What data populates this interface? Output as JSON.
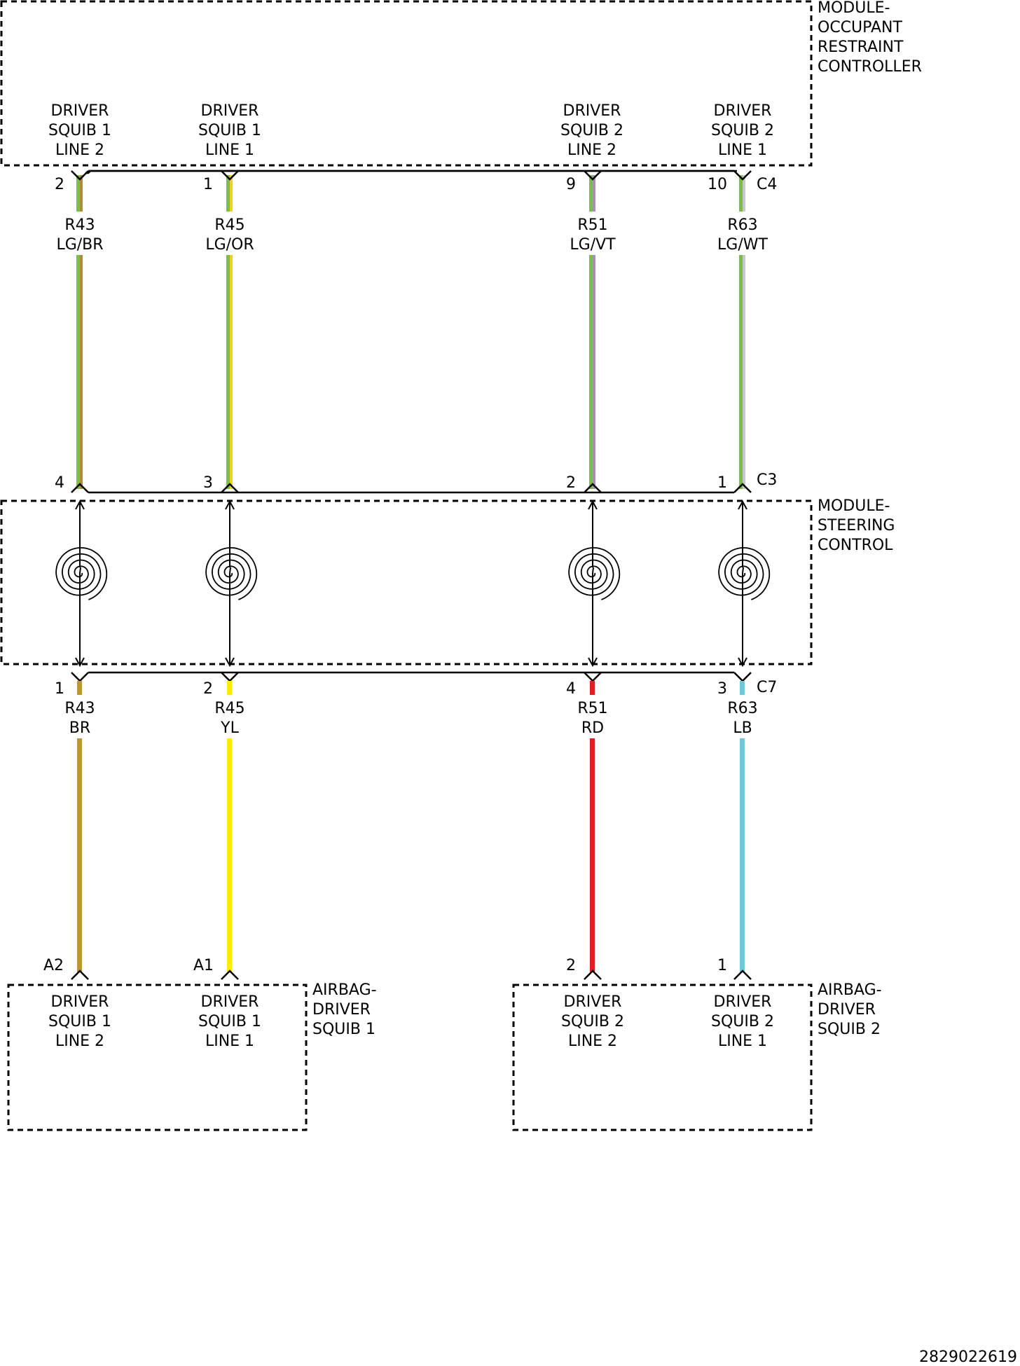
{
  "modules": {
    "orc": {
      "name": [
        "MODULE-",
        "OCCUPANT",
        "RESTRAINT",
        "CONTROLLER"
      ],
      "connector": "C4"
    },
    "scm": {
      "name": [
        "MODULE-",
        "STEERING",
        "CONTROL"
      ],
      "connector_top": "C3",
      "connector_bottom": "C7"
    },
    "airbag1": {
      "name": [
        "AIRBAG-",
        "DRIVER",
        "SQUIB 1"
      ]
    },
    "airbag2": {
      "name": [
        "AIRBAG-",
        "DRIVER",
        "SQUIB 2"
      ]
    }
  },
  "circuits": [
    {
      "orc_label": [
        "DRIVER",
        "SQUIB 1",
        "LINE 2"
      ],
      "c4_pin": "2",
      "upper_circuit": "R43",
      "upper_color": "LG/BR",
      "upper_stripes": [
        "#7dbf45",
        "#b08a3c"
      ],
      "c3_pin": "4",
      "c7_pin": "1",
      "lower_circuit": "R43",
      "lower_color": "BR",
      "lower_hex": "#c0953a",
      "end_pin": "A2",
      "end_label": [
        "DRIVER",
        "SQUIB 1",
        "LINE 2"
      ]
    },
    {
      "orc_label": [
        "DRIVER",
        "SQUIB 1",
        "LINE 1"
      ],
      "c4_pin": "1",
      "upper_circuit": "R45",
      "upper_color": "LG/OR",
      "upper_stripes": [
        "#7dbf45",
        "#f2d21b"
      ],
      "c3_pin": "3",
      "c7_pin": "2",
      "lower_circuit": "R45",
      "lower_color": "YL",
      "lower_hex": "#ffee00",
      "end_pin": "A1",
      "end_label": [
        "DRIVER",
        "SQUIB 1",
        "LINE 1"
      ]
    },
    {
      "orc_label": [
        "DRIVER",
        "SQUIB 2",
        "LINE 2"
      ],
      "c4_pin": "9",
      "upper_circuit": "R51",
      "upper_color": "LG/VT",
      "upper_stripes": [
        "#7dbf45",
        "#a890b8"
      ],
      "c3_pin": "2",
      "c7_pin": "4",
      "lower_circuit": "R51",
      "lower_color": "RD",
      "lower_hex": "#e02020",
      "end_pin": "2",
      "end_label": [
        "DRIVER",
        "SQUIB 2",
        "LINE 2"
      ]
    },
    {
      "orc_label": [
        "DRIVER",
        "SQUIB 2",
        "LINE 1"
      ],
      "c4_pin": "10",
      "upper_circuit": "R63",
      "upper_color": "LG/WT",
      "upper_stripes": [
        "#7dbf45",
        "#c8c8c8"
      ],
      "c3_pin": "1",
      "c7_pin": "3",
      "lower_circuit": "R63",
      "lower_color": "LB",
      "lower_hex": "#6fc9d6",
      "end_pin": "1",
      "end_label": [
        "DRIVER",
        "SQUIB 2",
        "LINE 1"
      ]
    }
  ],
  "diagram_id": "2829022619"
}
